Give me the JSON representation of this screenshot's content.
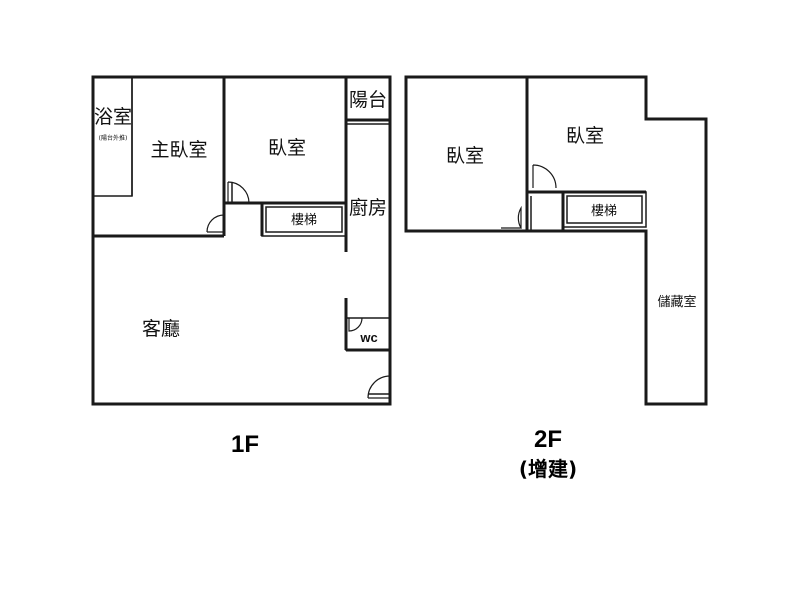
{
  "floor1": {
    "title": "1F",
    "rooms": {
      "bath": "浴室",
      "bath_note": "(陽台外推)",
      "master_bedroom": "主臥室",
      "bedroom": "臥室",
      "balcony": "陽台",
      "stairs": "樓梯",
      "kitchen": "廚房",
      "living_room": "客廳",
      "wc": "wc"
    }
  },
  "floor2": {
    "title": "2F",
    "subtitle": "(增建)",
    "rooms": {
      "bedroom_left": "臥室",
      "bedroom_right": "臥室",
      "stairs": "樓梯",
      "storage": "儲藏室"
    }
  }
}
